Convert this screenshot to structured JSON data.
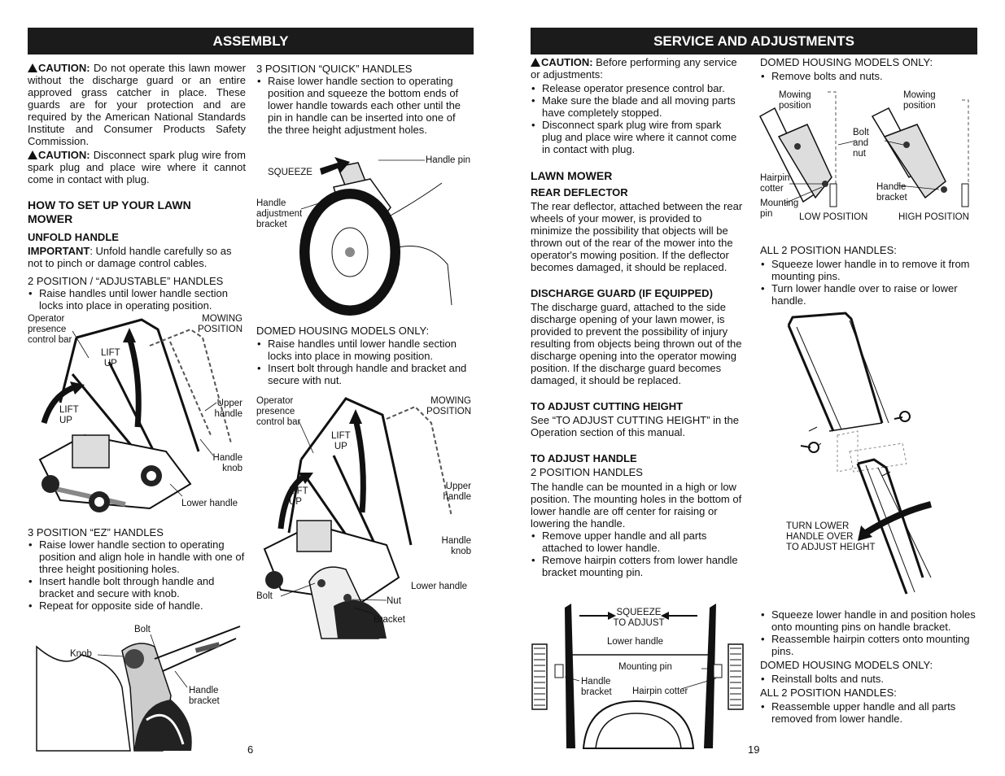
{
  "left_page": {
    "header": "ASSEMBLY",
    "caution1_label": "CAUTION:",
    "caution1_text": "Do not operate this lawn mower without the discharge guard or an entire approved grass catcher in place. These guards are for your protection and are required by the American National Standards Institute and Consumer Products Safety Commission.",
    "caution2_label": "CAUTION:",
    "caution2_text": "Disconnect spark plug wire from spark plug and place wire where it cannot come in contact with plug.",
    "setup_heading_1": "HOW TO SET UP YOUR LAWN",
    "setup_heading_2": "MOWER",
    "unfold_heading": "UNFOLD HANDLE",
    "important_label": "IMPORTANT",
    "important_text": ":  Unfold handle carefully so as not to pinch or damage control cables.",
    "two_pos_title": "2 POSITION / “ADJUSTABLE” HANDLES",
    "two_pos_bullets": [
      "Raise handles until lower handle section locks into place in operating position."
    ],
    "fig1": {
      "operator": "Operator\npresence\ncontrol bar",
      "mowing": "MOWING\nPOSITION",
      "lift1": "LIFT\nUP",
      "lift2": "LIFT\nUP",
      "upper": "Upper\nhandle",
      "knob": "Handle\nknob",
      "lower": "Lower handle"
    },
    "three_ez_title": "3 POSITION “EZ” HANDLES",
    "three_ez_bullets": [
      "Raise lower handle section to operating position and align hole in handle with one of three height positioning holes.",
      "Insert handle bolt through handle and bracket and secure with knob.",
      "Repeat for opposite side of handle."
    ],
    "fig2": {
      "bolt": "Bolt",
      "knob": "Knob",
      "bracket": "Handle\nbracket"
    },
    "three_quick_title": "3 POSITION “QUICK” HANDLES",
    "three_quick_bullets": [
      "Raise lower handle section to operating position and squeeze the bottom ends of lower handle towards each other until the pin in handle can be inserted into one of the three height adjustment holes."
    ],
    "fig3": {
      "pin": "Handle pin",
      "squeeze": "SQUEEZE",
      "bracket": "Handle\nadjustment\nbracket"
    },
    "domed_title": "DOMED HOUSING MODELS ONLY:",
    "domed_bullets": [
      "Raise handles until lower handle section locks into place in mowing position.",
      "Insert bolt through handle and bracket and secure with nut."
    ],
    "fig4": {
      "operator": "Operator\npresence\ncontrol bar",
      "mowing": "MOWING\nPOSITION",
      "lift1": "LIFT\nUP",
      "lift2": "LIFT\nUP",
      "upper": "Upper\nhandle",
      "knob": "Handle\nknob",
      "lower": "Lower handle",
      "bolt": "Bolt",
      "nut": "Nut",
      "bracket": "Bracket"
    },
    "page_number": "6"
  },
  "right_page": {
    "header": "SERVICE AND ADJUSTMENTS",
    "caution_label": "CAUTION:",
    "caution_text": "Before performing any service or adjustments:",
    "caution_bullets": [
      "Release operator presence control bar.",
      "Make sure the blade and all moving parts have completely stopped.",
      "Disconnect spark plug wire from spark plug and place wire where it cannot come in contact with plug."
    ],
    "lawn_mower_heading": "LAWN MOWER",
    "rear_deflector_heading": "REAR DEFLECTOR",
    "rear_deflector_text": "The rear deflector, attached between the rear wheels of your mower, is provided to minimize the possibility that objects will be thrown out of the rear of the mower into the operator's mowing position. If the deflector becomes damaged, it should be replaced.",
    "discharge_heading": "DISCHARGE GUARD (IF EQUIPPED)",
    "discharge_text": "The discharge guard, attached to the side discharge opening of your lawn mower, is provided to prevent the possibility of injury resulting from objects being thrown out of the discharge opening into the operator mowing position. If the discharge guard becomes damaged, it should be replaced.",
    "cutting_heading": "TO ADJUST CUTTING HEIGHT",
    "cutting_text": "See “TO ADJUST CUTTING HEIGHT” in the Operation section of this manual.",
    "handle_heading": "TO ADJUST HANDLE",
    "two_pos_title": "2 POSITION HANDLES",
    "two_pos_text": "The handle can be mounted in a high or low position.  The mounting holes in the bottom of lower handle are off center for raising or lowering the handle.",
    "two_pos_bullets": [
      "Remove upper handle and all parts attached to lower handle.",
      "Remove hairpin cotters from lower handle bracket mounting pin."
    ],
    "fig5": {
      "squeeze": "SQUEEZE\nTO ADJUST",
      "lower": "Lower handle",
      "pin": "Mounting pin",
      "bracket": "Handle\nbracket",
      "cotter": "Hairpin cotter"
    },
    "domed_title": "DOMED HOUSING MODELS ONLY:",
    "domed_bullets": [
      "Remove bolts and nuts."
    ],
    "fig6": {
      "mowing1": "Mowing\nposition",
      "mowing2": "Mowing\nposition",
      "bolt": "Bolt\nand\nnut",
      "cotter": "Hairpin\ncotter",
      "bracket": "Handle\nbracket",
      "pin": "Mounting\npin",
      "low": "LOW POSITION",
      "high": "HIGH POSITION"
    },
    "all2_title": "ALL 2 POSITION HANDLES:",
    "all2_bullets": [
      "Squeeze lower handle in to remove it from mounting pins.",
      "Turn lower handle over to raise or lower handle."
    ],
    "fig7": {
      "turn": "TURN LOWER\nHANDLE OVER\nTO ADJUST HEIGHT"
    },
    "final_bullets": [
      "Squeeze lower handle in and position holes onto mounting pins on handle bracket.",
      "Reassemble hairpin cotters onto mounting pins."
    ],
    "domed2_title": "DOMED HOUSING MODELS ONLY:",
    "domed2_bullets": [
      "Reinstall bolts and nuts."
    ],
    "all2b_title": "ALL 2 POSITION HANDLES:",
    "all2b_bullets": [
      "Reassemble upper handle and all parts removed from lower handle."
    ],
    "page_number": "19"
  }
}
